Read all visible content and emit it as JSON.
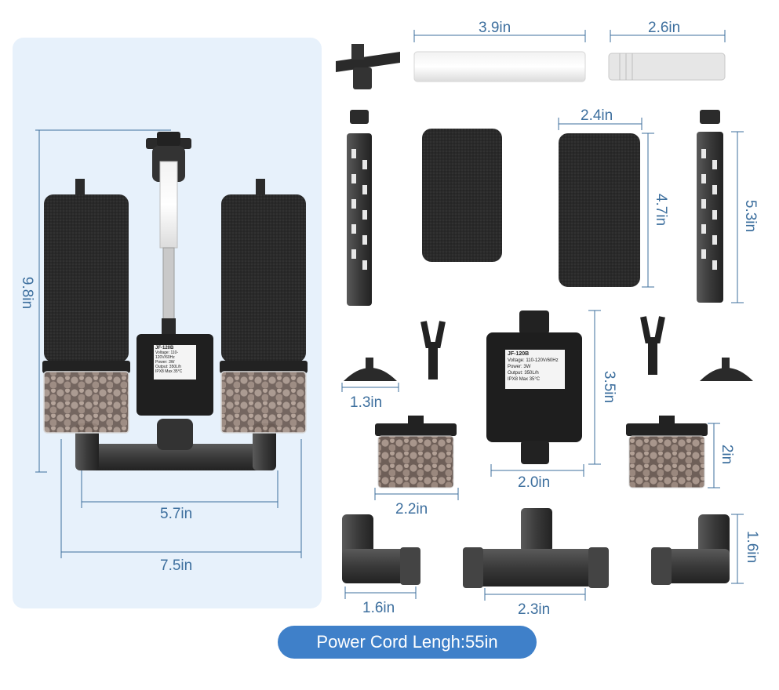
{
  "dimensions": {
    "tube_long": "3.9in",
    "tube_short": "2.6in",
    "sponge_width": "2.4in",
    "sponge_height": "4.7in",
    "strainer_height": "5.3in",
    "assembly_height": "9.8in",
    "assembly_inner_width": "5.7in",
    "assembly_outer_width": "7.5in",
    "suction_cup": "1.3in",
    "pump_height": "3.5in",
    "pump_width": "2.0in",
    "media_cup_width": "2.2in",
    "media_cup_height": "2in",
    "elbow_height": "1.6in",
    "elbow_width": "1.6in",
    "tee_width": "2.3in"
  },
  "pump_label": {
    "model": "JF-120B",
    "voltage": "Voltage: 110-120V/60Hz",
    "power": "Power:",
    "power_value": "3W",
    "output": "Output:",
    "output_value": "350L/h",
    "rating": "IPX8",
    "max_temp": "Max 35°C"
  },
  "power_cord": "Power Cord Lengh:55in",
  "colors": {
    "panel": "#e7f1fb",
    "dimension_text": "#3d6f9e",
    "pill": "#3f80c9",
    "sponge": "#2b2b2b",
    "plastic": "#3a3a3a"
  }
}
